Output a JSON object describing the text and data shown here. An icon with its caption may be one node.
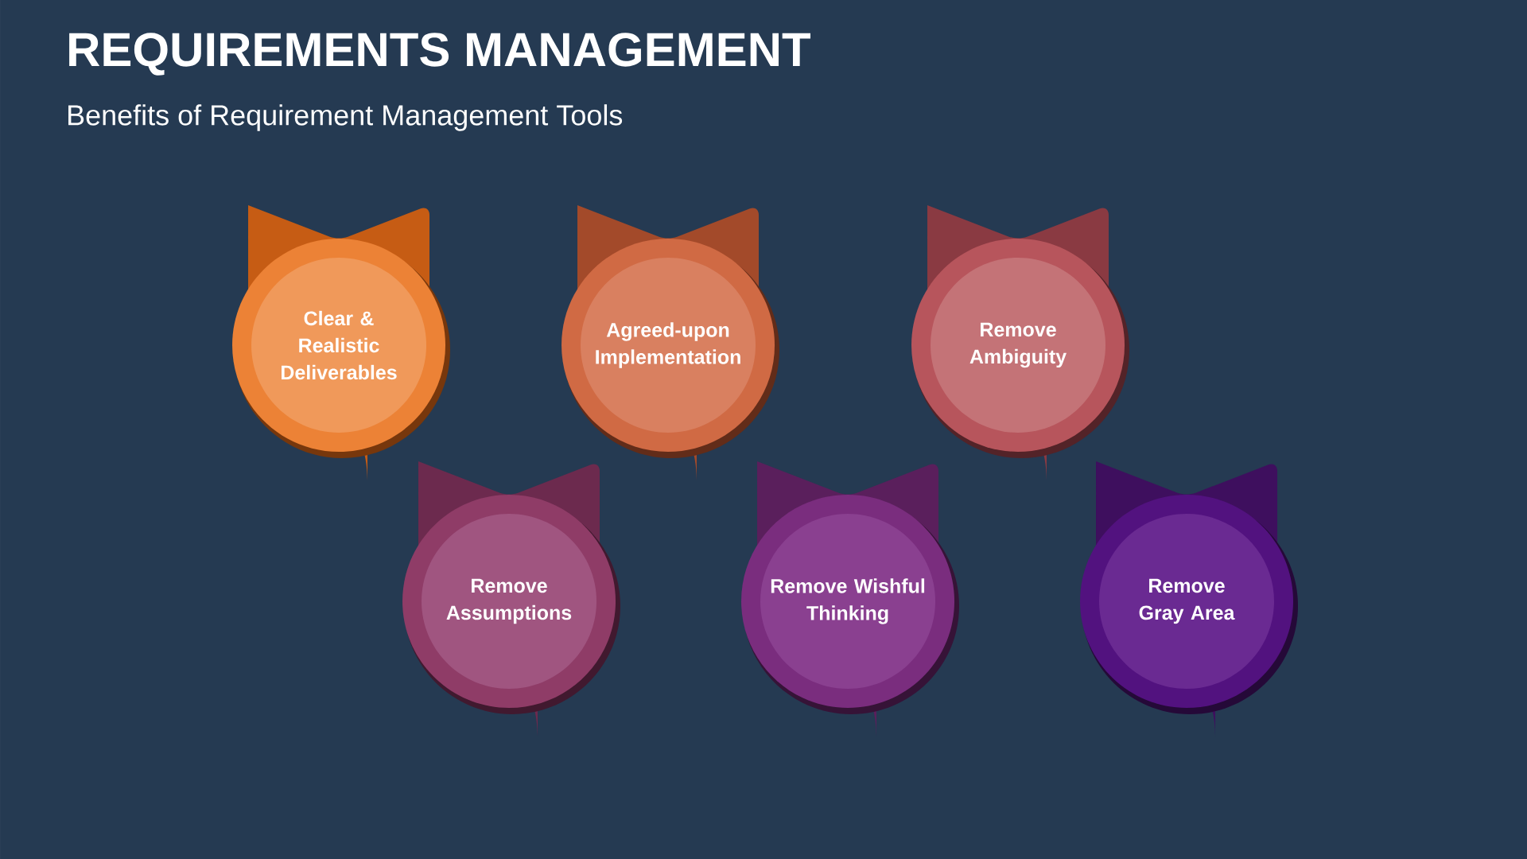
{
  "diagram": {
    "title": "REQUIREMENTS MANAGEMENT",
    "caption": "Benefits of Requirement Management Tools",
    "nodes": [
      {
        "text": [
          "Clear & Realistic Deliverables"
        ]
      },
      {
        "text": [
          "Agreed-upon Implementation"
        ]
      },
      {
        "text": [
          "Remove Ambiguity"
        ]
      },
      {
        "text": [
          "Remove Assumptions"
        ]
      },
      {
        "text": [
          "Remove Wishful Thinking"
        ]
      },
      {
        "text": [
          "Remove Gray Area"
        ]
      }
    ]
  }
}
